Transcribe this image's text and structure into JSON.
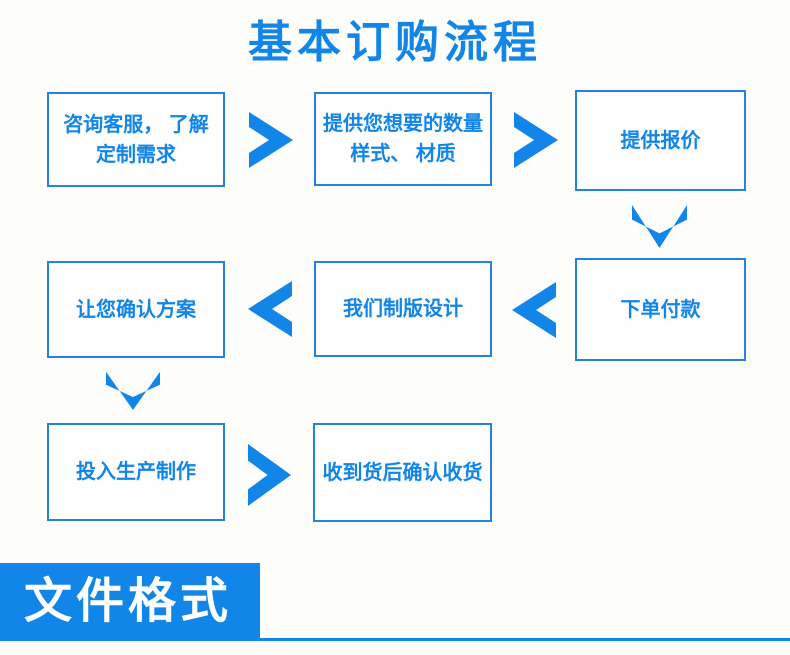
{
  "title": "基本订购流程",
  "colors": {
    "accent": "#1285e8",
    "box_border": "#2383df",
    "footer_bar": "#1285e8",
    "footer_text": "#ffffff"
  },
  "flow": {
    "steps": [
      {
        "name": "consult-service",
        "lines": [
          "咨询客服， 了解",
          "定制需求"
        ]
      },
      {
        "name": "provide-specs",
        "lines": [
          "提供您想要的数量",
          "样式、 材质"
        ]
      },
      {
        "name": "provide-quote",
        "lines": [
          "提供报价"
        ]
      },
      {
        "name": "order-and-pay",
        "lines": [
          "下单付款"
        ]
      },
      {
        "name": "plate-design",
        "lines": [
          "我们制版设计"
        ]
      },
      {
        "name": "confirm-plan",
        "lines": [
          "让您确认方案"
        ]
      },
      {
        "name": "start-production",
        "lines": [
          "投入生产制作"
        ]
      },
      {
        "name": "confirm-receipt",
        "lines": [
          "收到货后确认收货"
        ]
      }
    ],
    "connectors": [
      {
        "from": "consult-service",
        "to": "provide-specs",
        "direction": "right"
      },
      {
        "from": "provide-specs",
        "to": "provide-quote",
        "direction": "right"
      },
      {
        "from": "provide-quote",
        "to": "order-and-pay",
        "direction": "down"
      },
      {
        "from": "order-and-pay",
        "to": "plate-design",
        "direction": "left"
      },
      {
        "from": "plate-design",
        "to": "confirm-plan",
        "direction": "left"
      },
      {
        "from": "confirm-plan",
        "to": "start-production",
        "direction": "down"
      },
      {
        "from": "start-production",
        "to": "confirm-receipt",
        "direction": "right"
      }
    ]
  },
  "footer": {
    "section_label": "文件格式"
  }
}
